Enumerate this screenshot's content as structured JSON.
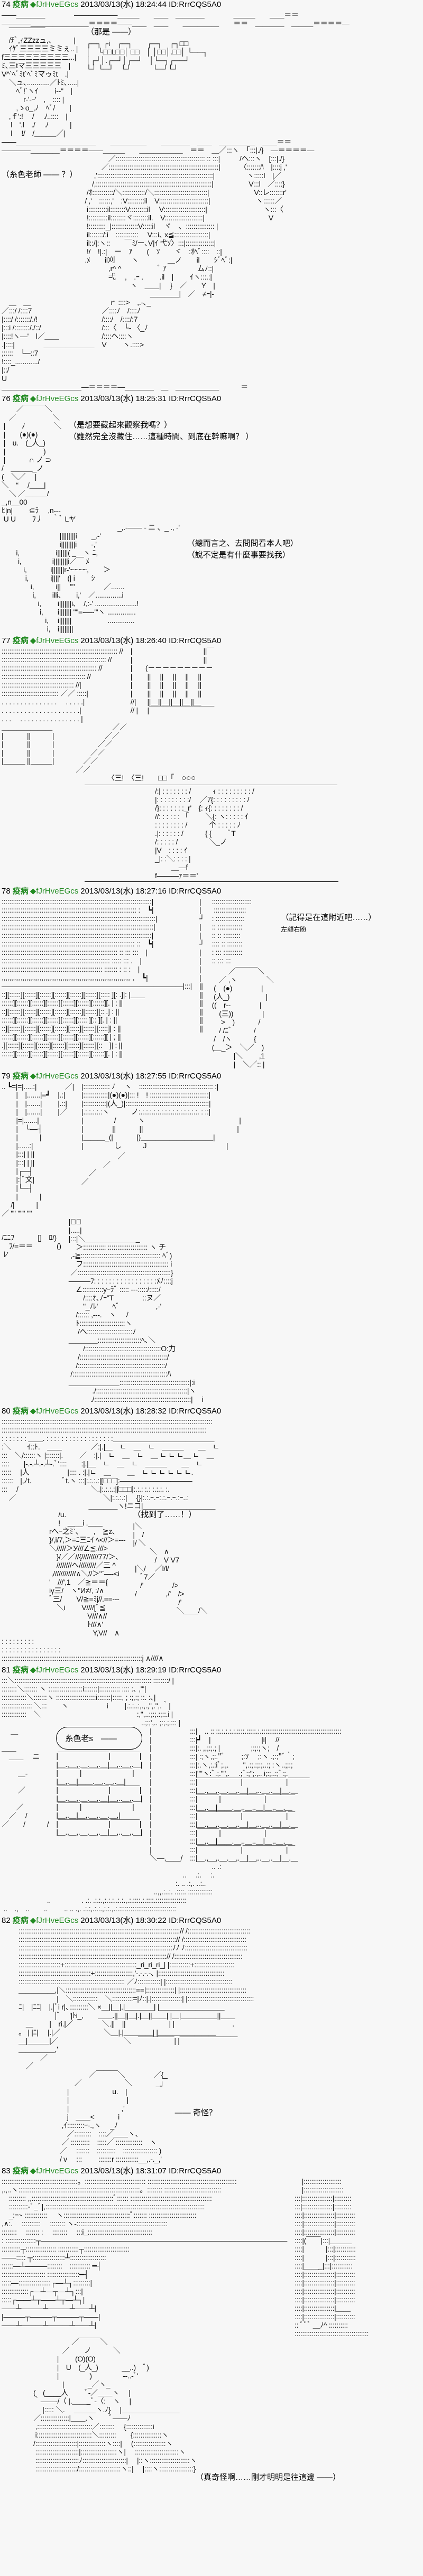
{
  "posts": [
    {
      "num": "74",
      "name": "疫病",
      "trip": "fJrHveEGcs",
      "date": "2013/03/13(水) 18:24:44",
      "id": "ID:RrrCQS5A0",
      "dialogue": [
        "（那是 ——）",
        "（糸色老師 —— ？）"
      ],
      "art": [
        "——＿＿＿＿　　　　――――――＿＿＿　　＿＿　＿＿＿＿　　　　＿＿＿　　＿＿＝＝\n————＿＿＿＿＿＿＿＿＝＝＝＝——＿＿　＿＿　　＿＿＿＿＿　　＝＝　＿＿＿＿　＿＿＿＝＝＝＝—",
        "　￣￣￣￣￣\n　/ﾁﾞ,ｨZZzzュ,､　　　|\n　ｲｹﾞ三三三三ミミぇ.. |\nf三三三三三三三三三...|\nﾐ､三tマ三三三三三　|\nV^`ﾍﾞﾐt`ﾍﾞﾐマゥﾐt　.|\n　＼ュ､............／ﾄﾐ､.....|\n　　ﾍﾞ!`ヽｲ　　 i--\"　|\n　　　r-'-ｰ'　,　:::: |\n　　,ゝo_,ﾉ　ﾍﾞ/　　|\n　,ｆ':!　 /　 ./..::::　|\n　 l　'.l　./　 ./　　　|\n　 l　 !/　/＿＿＿／|",
        "┌─┐ ┌i　┌─┐　　┌─┐　┌┐□□\n│　└□□L□□│ □□　│ │□□│.□□│ └──┐\n│┌┘│.┌─┘│┌─┘　│└─┐┌──┘\n└┘ └─┘　└┘　　　└─┘└┘",
        "——＿＿＿＿＿＿＿＿＿＿＿　　＿＿＿＿＿　　＿＿＿＿　＿＿　＿＿＿＿＿　＿＿＝＝\n————＿＿＿＿＝＝＝＝——＿＿＿　　＿＿＿＿＿＿　＝＝　＿／:::ヽ　「:::|./}　—＝＝＝＝—",
        "　　　 ／::::::::::::::::::::::::::::::::::::::::::::::: :: :::|\n　　 ／::::::::::::::::::::::::::::::::::::::::::::::::::::::::::|\n　 ,':::::::::::::::::::::::::::::::::::::::::::::::::::::::::::::|\n　/,:::::::::::::::::::::::::::::::::::::::::::::::::::::::::::::|\n /ｵ:::::::::::/＼::::::::::::/＼::::::::::::::::::::::::::::|\n/ ,'　::::::,'　:V:::::::::il　V::::::::::::::::::::::::::|\n i::::::::::il::::::::V:::::::::il　 V::::::::::::::::::::::|\n !::::::::::il::::::::ヾ::::::::il.　V::::::::::::::::::::|\n !:::::::::_|::::::::::::::V:::::il　 ヾ　、::::::::::::::: |\n il:::::::/:i　::::::::::::　 V:::i､ x≦::::::::::::::::::|\n il::/|:ヽ::　　￣ﾐ/ー､V|ｲ 弋ｿ〉:::|:::::::::::::::|\n !/　!|.:|　ー　ｱ　　(　ｿ　　ヾ　:ｵﾍﾞ::::　::|\n.ﾒ　　il刈　　 ヽ　　　　＿ノ　　il　　ｼﾞﾍﾞ:|\n　　　 ,r^ ^　　　　　ﾞ ｱ　　　　 ムﾉ::|\n　　　 弌　 ,　.ｰ .　　 .il　|　　 ｲヽ:::.:|\n　　　　　　 ヽ　＿＿|　 }　／　　Y　|\n　　　　　　　　　＿＿＿＿|　／　≠ｰ|-",
        "/ヘ:::ヽ　[:::|./}\n〈:::::::ﾊ　|::::j ,'\n　ヽ:::::l　|／\n　 V:::l　／::::}\n　　V::レ:::::::r'\n　　 ヽ::::::／\n　　　 ヽ:::〈\n　　　　V",
        "　ｒ ::::>　,.-､_\n／::::ﾉ　/::::ﾉ\n/::::/　/::::/:7\n/:::〈　└- 〈_ﾉ\n/::::ヘ::::ヽ\nV　　 ヽ.::::>",
        "　＿　＿\n／:::/ /::::7\n|::::/ /:::::::/./!\n|:::i /::::::::/./::/\n|::::!ヽ—'　l／＿＿\n.|::::|　　　　＿＿＿＿＿＿＿\n;:::::　└─::7\n!::::_............/\n|::/\nU",
        "＿＿＿＿＿＿＿＿＿＿＿—＝＝＝＝—＿＿＿＿　＿　＿＿＿＿＿＿　　　＝"
      ]
    },
    {
      "num": "76",
      "name": "疫病",
      "trip": "fJrHveEGcs",
      "date": "2013/03/13(水) 18:25:31",
      "id": "ID:RrrCQS5A0",
      "dialogue": [
        "（是想要藏起來觀察我嗎？）",
        "（雖然完全沒藏住……這種時間、到底在幹嘛啊？ ）",
        "（總而言之、去問問看本人吧）",
        "（說不定是有什麼事要找我）"
      ],
      "art": [
        "　　／￣￣￣＼\n　／　　　　　＼\n |　　 ﾉ　　　　＼\n |　　(●)(●)\n |　u.　(_人_)\n |　　　　　 )\n |　　　 ∩ ノ ⊃\n/　＿＿＿_ノ\n(　＼／　 |\n＼　“　 /＿＿|\n　＼ ／＿＿＿/",
        "_,n__00\nﾋ|n|　　 ⊆ﾗ　 ,n---\n U U　　 ﾌ丿　 ｀ﾞ Lヤ",
        "　　　　　　　　　　　　　　　　_,.-—— - ニ 、_ ., -'\n　　　　　　　　|||||||||i　　_.-'\n　　　　　　　　i||||||||i　　-,'\n　　i,　　　　　i||||||( _　ヽ ﾆ,\n　　 i,　　　　 i||||||||i／￣ ﾒ\n　　　i,　　　 i|||||||r-'~~~~,　　＞\n　　　 i,　　　i||||'　(| i　　 ｼ\n　　　　i,　　　i||　 \"\"　　　　／.......\n　　　　 i,　　 illi､　　i,'　／..............i\n　　　　　i,　　 i|||||||i､　/,:-' ......................!\n　　　　　 i,　　i||||||| \"''=-—-\"'ヽ ...............\n　　　　　　i,　 i|||||||　　　　　..............\n　　　　　　 i,　i||||||||"
      ]
    },
    {
      "num": "77",
      "name": "疫病",
      "trip": "fJrHveEGcs",
      "date": "2013/03/13(水) 18:26:40",
      "id": "ID:RrrCQS5A0",
      "dialogue": [
        "○○○"
      ],
      "art": [
        "::::::::::::::::::::::::::::::::::::::::::::::::::::::::::::: //\n::::::::::::::::::::::::::::::::::::::::::::::::::::::: //\n:::::::::::::::::::::::::::::::::::::::::::::::::: //\n:::::::::::::::::::::::::::::::::::::::::::: //\n:::::::::::::::::::::::::::::::::::::: //|\n:::::::::::::::::::::::::::::: ／／ :::::|\n. . . . . . . . . . . . . . .　 . . . . .|\n. . . . . . . . . . . . . . . . . . . . .|\n. . .　 . . . . . . . . . . . . . . . . |",
        "|\n|\n|\n|\n|\n|\n//|\n// |",
        "＿＿＿＿＿＿＿\n|　　　 ||　　　|\n|　　　 ||　　　|\n|　　　 ||　　　|\n|＿＿＿ ||＿＿＿|",
        "　　　　　　　　||￣\n　　　　　　　　||\n(－－－－－－－－－\n ||　 ||　 ||　 ||　 ||\n ||　 ||　 ||　 ||　 ||\n ||　 ||　 ||　 ||　 ||\n ||＿||＿||＿||＿||＿\n |￣￣￣￣￣￣￣￣￣",
        "　　　　　　　／／\n　　　　　　／／\n　　　　　／／\n　　　　／／\n　　　／／\n　　／／",
        "〈三!　〈三!　　□□「",
        "/:| : : : : : : : /　　　ｨ : : : : : : : : : /\n|: : : : : : : : :/　 ／ｱ{: : : : : : : : : /\n/}: : : : : : :_r'　{: ｨ{: : : : : : : : /\n//: : : : : : 「　　 ＼{: ヽ: : : : : ｲ\n: : : : : : : : /　　　个 : : : : : ﾉ\n.|: : : : : : /　　　{ {　　 ﾞT\n/: : : : : /　　　　 ＼_ノ\n|V　: : : : ｲ\n_|: :＼: : : : |\n　　 ＿—f\nf———ｧ＝＝'"
      ]
    },
    {
      "num": "78",
      "name": "疫病",
      "trip": "fJrHveEGcs",
      "date": "2013/03/13(水) 18:27:16",
      "id": "ID:RrrCQS5A0",
      "dialogue": [
        "（記得是在這附近吧……）",
        "左顧右盼"
      ],
      "art": [
        ":::::::::::::::::::::::::::::::::::::::::::::::::::::::::::::::::::::::::::::::|\n::::::::::::::::::::::::::::::::::::::::::::::::::::::::::::::::::::::: :　┗|\n:::::::::::::::::::::::::::::::::::::::::::::::::::::::::::::::::::::::::::::::::|\n::::::::::::::::::::::::::::::::::::::::::::::::::::::::::::::::::::::::::::::::|\n:::::::::::::::::::::::::::::::::::::::::::::::::::::::::::::::::::::::::::::::|\n:::::::::::::::::::::::::::::::::::::::::::::::::::::::::::::::::::::: ::　┗|\n::::::::::::::::::::::::::::::::::::::::::::::::::::::::::::: :: ::: :::　|\n::::::::::::::::::::::::::::::::::::::::::::::::::::::::: ::::: ::: .　|\n::::::::::::::::::::::::::::::::::::::::::::::::::::: ::::::: : :: :　|\n,,,,,,,,,,,,,,,,,,,,,,,,,,,,,,,,,,,,,,,,,,,,,,,,,,,,,,,,,,,,,,,,,,,, ,　┗|\n—————————————————————————|:::|\n::][::::::][::::::][::::::][::::::][::::::][::::::][::::: ][: .]|: |＿＿\n::::::][::::::][::::::][::::::][::::::][::::::][::::::][. | : ||\n::][::::::][::::::][::::::][::::::][::::::][::::::][:: .] : ||\n::::::][::::::][::::::][::::::][::::::][::::: ][:: ][. | : ||\n::][::::::][::::::][::::::][::::::][:::::][::::::][:::::]| : ||\n::::::][::::::][::::::][::::::][::::::][::::::][::::::][ | ; ||\n.][::::::][::::::][::::::][::::::][::::::][::::::][::　]| : ||\n::::::][::::::][::::::][::::::][::::::][::::::][::::::][. | : ||",
        "|\n|\n┘\n|\n|\n┘\n|\n|\n|\n|\n||\n||\n||\n||\n||\n||",
        ":::::::::::::::::::::\n :::::::::::::::::\n: :::::::::::::::\n:: :::::::::::::\n:: :: :::::::::\n:::: :: ::::::::\n: ::: ::::::::::\n:: ::: :::",
        "　　 ／￣￣￣＼\n　／ ,ヽ　　　　＼\n (　(●)　　　　|\n (人_)　　　　　|\n((　r‐-　　　　|\n　(三))　　　　|\n　 >　)　　　 /\n　/ /ﾆﾞ　　　/\n /　/ヽ　　　{\n(＿_＞　＼／　)\n　　　|＼　　 ,1\n　　　|　＼／:: |"
      ]
    },
    {
      "num": "79",
      "name": "疫病",
      "trip": "fJrHveEGcs",
      "date": "2013/03/13(水) 18:27:55",
      "id": "ID:RrrCQS5A0",
      "dialogue": [],
      "art": [
        ".. ┗=|=|.....:|\n　　|　|.......|=┛\n　　|　|.......|\n　　|　|.......|\n　　|=|.......|\n　　|　└—┤\n　　|　　　|\n　　|......:|\n　　|:::| | ||\n　　|:::| | ||\n　　|┌─┤\n　　|:|ﾞ文|\n　　|└─┤\n　　|　　　|\n　 /|　　　|\n／ \"\" \"\"\" \"\"",
        "　／|\n|.:|\n|.::|\n|／",
        "|:::::::::::::: ﾉ　 ヽ　::::::::::::::::::::::::::::::::::::::: :|\n|:::::::::::::|(●)(●)|::: !　! :::::::::::::::::::::::::::::::|\n|::::::::::::|(人_)|::::::::::::::::::::::::::::::::::::::::::::|\n|.:.:.:.:.:ヽ　　　ノ:.:.:.:.:.:.:.:.:.:.:.:.:.:.:.:. : ::|\n|　　　　 /　　　ヽ　　　　　　　　　　　　　|\n|　　　　||　　　 ||　　　　　　　　　　　　　|\n|＿＿＿_(|　　　 |)＿＿＿＿＿＿＿＿＿＿|\n|　　　　 し　　　J　　　　　　　　　　　|",
        "　　　　　／\n　　　／\n　／\n／",
        "|ﾟ＼\n|.....|\n|:::|＼＿＿＿＿＿＿＿_\n　＞:::::::::::: ::::::::::::::::::::: ヽ チ\n ,-≧:::::::::::::::::::::::::::::::::::::::::: ﾍﾞ)\n　フ::::::::::::::::::::::::::::::::::::::::::::: i\n ／:::::::::::::::::::::::::::::::::::::::::::::::::}\n———ﾌ: : : : : : : : : : : : : : : : :ﾒﾉ::::j\n　∠:::::::::::yｰﾗﾞ ::::: ---:::::/:::::/\n　　/::::ｵ､ﾉｰ\"T　　　　::ヌ／\n　　\"_ﾉﾚ'　　ﾍﾞ　　　　　,-'\n　/:::::: ,-‐-.　ヽ　 ﾉ\n　ﾄ::::::::::::::::::::::::ヽ\n　 /ヘ::::::::::::::::::::::::ﾉ\n＿＿＿＿:::::::::::::::::::::::ﾍ､＼\n　　/::::::::::::::::::::::::::::::::::::::::O:力\n　 /::::::::::::::::::::::::::::::::::::::::::::::/\n　/::::::::::::::::::::::::::::::::::::::::::::::/\n /::::::::::::::::::::::::::::::::::::::::::::::::::ﾊ\n＿＿＿＿＿＿＿:::::::::::::::::::::::::::::::::::::|:i\n　　　 ./::::::::::::::::::::::::::::::::::::::::::::::::|ヽ\n　　　./:::::::::::::::::::::::::::::::::::::::::::::::::::|　 i",
        "/ﾆﾆﾌ　　　 []　ﾛ/)\n　ﾌ/=＝＝　　　 ()\n ﾚ'"
      ]
    },
    {
      "num": "80",
      "name": "疫病",
      "trip": "fJrHveEGcs",
      "date": "2013/03/13(水) 18:28:32",
      "id": "ID:RrrCQS5A0",
      "dialogue": [
        "（找到了……！）"
      ],
      "art": [
        ":::::::::::::::::::::::::::::::::::::::::::::::::::::::::::::::::::::::::::::::::::::::::::::::::::::::::::::::\n::::::::::::::::::::::::::::::::::::::::::::::::::::::::::::::::::::::::::::::::::::::::::::::::::::::::::::\n: : : : : : : ＿＿. : : : : : : : : : : : : : : : : : :＿＿＿＿＿＿＿＿＿＿＿＿＿＿\n:＼　　 ｲ::ﾄ.　＿＿　　　　／:|.|＿　ㄴ　＿　ㄴ　＿＿＿　　＿　ㄴ\n:::　＼/::::::ヽ |:::::::|.　　 ／　:|.|　ㄴ　＿　ㄴ　＿ ㄴ ㄴ ㄴ＿ ㄴ　＿\n::::　　|-.-.┴.-.┴-.ﾞ'::::　　:|.|＿　ㄴ　＿　ㄴ　＿＿＿　　＿　ㄴ\n:::::　 |人　　　　　 |:::: . :|.|ㄴ　＿　　 ＿　ㄴ ㄴ ㄴ ㄴ ㄴ ㄴ.\n::::::　|,ﾉt.　　　　 ﾞt.ヽ :::|:.:.:.:|[□□□]:——————————\n:::　 /　　　　　　　　　　＼.|:.:.:.:|[□□□]:.:.: :.: :.:.:. :.\n　／　　　　　　　　　　　　＼|:.:.:.:|　 {}|:.:.ｰ.ｰ:.:.ｰ.ｰ.:ｰ..:\n　　　　　　　　　　　　＿＿＿＿ヽ!ニコ|＿＿＿＿＿＿＿＿＿＿",
        "　 /u.\n　 !　＿__i .＿＿\nrへｰ之ﾐ`、　　,　≧z､\n}/,i/7,＞=ﾆ三ﾆｲ ﾍ<//＞=---\n＼/////＞У///∠≦.///>\n　}/／／//{/////////77/＞､\n　////////へ/////////／三 ^\n ,////////////∧＼//＞\"`—-<i\n'　///',1　／≧＝＝{\niγ三/　ヽ\"И≠/, :/∧\nﾞ三/　　V/≧=ﾐj//.==---\n　＼i　　 V////[ﾞ≦\n　　　　　 V///∧//\n　　　　　 ﾄ///∧'\n　　　　　　Y,V//　∧",
        ": : : : : : : : :\n: : : : : : : : : : : : : : : :\n::::::::::::::::::::::::::::::::::::::::::::::::::::::::::::::::::::::::::j ∧////∧",
        "|＼\n|　/\n|/ ＼\n　　 ＼　∧\n　　　/　V V7\n |＼/ 　／l/l/\n　ﾞ7／\n　/'　　　　/>\n /　　　　,/'　/>\n　　　　　　 /'\n　　　　　　＼＿＿/＼"
      ]
    },
    {
      "num": "81",
      "name": "疫病",
      "trip": "fJrHveEGcs",
      "date": "2013/03/13(水) 18:29:19",
      "id": "ID:RrrCQS5A0",
      "dialogue": [
        "糸色老s　——"
      ],
      "art": [
        ":::＼:::::::::::::::::::::::::::::::::::::::::::::::::::::::::::::::::::::::: ::::::::/ |\n::::::::＼::::::: ヽ ::::::::::::::::::i:::::::|::::::::::: :::: :､ ,'\"|\n:::::::::::::＼:::::::ヽ :::::::::::::::::::::i:::::::|:::::, ; :;,:; ::. :､|\n:::::::::::::::: ＼:::　　ヽ　　　　　 i　　 |.:.:..:,.,.,\",.\",.｀|\n:::::::::::::　＼　　　　　　　　　　　　　 :,\",..:;:;.:;::.i |\n　　　　　　　　　　　　　　　　　　　 ..;:;',.. ;:;.;.::: |",
        "　 ＿\n\n＿＿\n　＿＿　 ニ\n\n　　 ＿-\n\n　　 ／\n\n　　／\n　／　 /\n／　　/　　　/",
        "|￣￣￣￣￣￣￣|￣￣￣￣|\n|＿.,＿,.＿.＿,.＿|＿,..＿,.＿|\n|￣￣￣|￣￣￣￣￣￣￣|\n|＿,.＿|＿＿.＿,.＿,.＿|\n|￣￣￣￣￣￣￣|￣￣￣￣|\n|＿.,＿,.＿.＿,.＿|＿,..＿,.＿|\n|￣￣￣|￣￣￣￣￣￣￣|\n|＿,.＿|＿,.＿,.＿.＿,|\n|￣￣￣￣￣￣￣|￣￣￣￣|\n|＿.,＿,.＿.＿,.＿|＿,..＿,.＿|",
        "|\n|\n|\n|\n|\n|\n|\n|\n|\n|\n|\n|\n|\n|\n|\n＼—,＿＿/",
        ":::|　.. :: ::.:.:.:.:.::::.:::::.:.::::::::::::::::::::::::::::::::::::::::::\n:::|┛　|　　　　　　　|i|　 //\n:::|:. ,,;:;.; |　　　　 ;:;:;ヽ;　/\n:::| :;ヽ,;:.\"ﾞ　　 ;:ｿ　 ;:ヽ .;:;\"ﾞ｀;\n:::|:.ヽ,:.:iﾞ;.,.　　\",.:;.:;:;..:; :ヽ..;;:;\n:::|\"\"ヽ:ﾞ.;.\"\",.　 .;ﾞ:;\";.,.. i;:;..:;ﾞ:;.\n:::|￣￣￣￣￣￣|￣￣￣￣￣￣|￣￣￣\n:::|＿.,＿,.＿.＿,.＿|＿,..＿,.＿|＿.＿\n:::|￣￣￣|￣￣￣￣￣￣|￣￣￣￣\n:::|＿,.＿|＿＿.＿,.＿,.＿|＿,.＿,＿\n:::|￣￣￣￣￣￣|￣￣￣￣￣￣|￣\n:::|＿.,＿,.＿.＿,.＿|＿,..＿,.＿|＿.＿\n:::|￣￣￣|￣￣￣￣￣￣|￣￣￣￣\n:::|＿,.＿|＿＿.＿,.＿,.＿|＿,.＿,＿\n:::|￣￣￣￣￣￣|￣￣￣￣￣￣|￣\n:::|＿.,＿,.＿.＿,.＿|＿,..＿,.＿|＿.＿",
        "　　　　　　　　　　　　　　　　　　　　　　　　　　　　　.. .:\n　　　　　　　　　　　　　　　　　　　　　　　　　..　 .:.　 :.\n　　　　　　　　　　　　　　　　　　　　　　　　:. .. .:,. ..:..\n　　　　　　　　　　　　　　　　　　　　　..,,.:..:. .::::. :::::::::::::\n　　　　　　 ..　　　　 . .:. .:.:.,:.:.:..:.:.,.:.::::.:.::::.::::::::::::::::\n ..　.,　..　　..　　 .. .. .,. .:.:,.:.:.,:.:.,.:.::::::::::::::::::::::::::::::"
      ]
    },
    {
      "num": "82",
      "name": "疫病",
      "trip": "fJrHveEGcs",
      "date": "2013/03/13(水) 18:30:22",
      "id": "ID:RrrCQS5A0",
      "dialogue": [
        "—— 奇怪？"
      ],
      "art": [
        ":::::::::::::::::::::::::::::::::::::::::::::::::::::::::::::::::::::::::::::::::::::// /:::::::::::::::::::::::::::::::::\n:::::::::::::::::::::::::::::::::::::::::::::::::::::::::::::::::::::::::::::::::::// /:::::::::::::::::::::::::::::::::\n:::::::::::::::::::::::::::::::::::::::::::::::::::::::::::::::::::::::::::::::::ﾉﾉ ﾉ:::::::::::::::::::::::::::::::::\n::::::::::::::::::::::::::::::::::::::::::::::::::::::::::::::::::::::::::::::// /::::::::::::::::::::::::::::::::::::\n::::::::::::::::::::::+::::::::::::::::::::::::::::::::::::::_ri_ri_ri_| |:::::::::::+:::::::::::::::::::::\n::::::::::::::::::::::::::::::::::::::+::::::::::::::::::::,'-.-.-.-､ |:::::::::::::::::::::::::::::::::::\n:::::::::::::::::::::::::::::::::::::::::::::::::::::::: ／ﾉ::::::::::::| |:::::::::::::::::::::::::::::::::::\n＿＿＿＿＿,|＼:::::::::::::::::::::::::::::::::::::==|:::::::::::::::| |:::::::::::::::::::::::::::::::::::\n　　　　　 |　＼:::::::::::::　＼:::::::::::=|ﾉ::|.|::::::::::::::::| |:::::::::::::::::::::::::::::::::::\nﾆ|　|ﾆﾆ|　|.|ﾞi r|､::::::::::＼ ×＿||＿|.|＿＿＿＿| |＿＿＿＿＿＿＿＿＿\n　　　　　|ﾞ 　'|ﾄi_,　　＿＿.||＿||＿|.|＿||＿＿| |＿|＿＿＿＿＿||＿＿\n　＿　　 |　ri.|／　　　　＼.||　||　　　　　　| |　　　　　　　　.\n。 | |ﾆ|　 |.|／　　　　　　＼＿|.|＿＿＿＿| |＿＿＿＿＿＿＿＿\n＿|＿＿＿|／　　　　　　　　　＼　￣￣￣￣￣| |￣￣￣￣￣￣￣￣\n＿＿＿＿＿,'\n　　　／\n　／",
        "　　　　／￣￣￣＼　　　　／{_\n　　／　　　　　　＼　　　 _」\n　|　　　　　　u.　|\n　|　　　　　　　　|\n　|　　　　　　　 ,'\n　j　＿＿<　　　 i\n ,ｲ:::::::::ｰ-.,ヽ　 _ﾉ\n　／:::::::::　::::／＿＿ヽ､\n ／ ::::::::::　:::::／ ::::::::::::::　ヽ\n／　 :::::::　::::::::::　:::::::::::::::::: )\n/ v　 :::　　 :::::::r ::::::::::::__,.-._,'"
      ]
    },
    {
      "num": "83",
      "name": "疫病",
      "trip": "fJrHveEGcs",
      "date": "2013/03/13(水) 18:31:07",
      "id": "ID:RrrCQS5A0",
      "dialogue": [
        "（真奇怪啊……剛才明明是往這邊 ——）"
      ],
      "art": [
        "::::::::::::::::::::::::::::::::::::::::。:::::::::::::::::::::::::::::::: :::::::::::::::::::::::::::::::::::::::::::::::\n,.,..ヽ::::::::::::::::::::::::::::::::::::::::::::::::::::::::::::::::。:::::::: ::::::::::::::::::::::::::::::\n　::::::::: ,,:::::::::::::::::::::::::::::::::::::::::::ﾟ:::::: :::::::::::::::::::::::::::::::::::::::::::\n　::::::::::-ﾞ_ﾞ|,::::::::::::::::::::::::::::::::::::::::::::::::::::::::::::::::::::::::::::::::::::\n　_:ｰ~ ::::::::::::　 ヽ:::::::::::::::::::::::::::::::::::ﾟ::::::: :::::::::::::::::::::::::\n,∧:.　 ::::::::::　 :::::::: ヽ-::::::::::::::::::::::::::::::::::::::::::::::::\n::::::::　 ::::::: :　 ::::::::　 :::i_::::::::::::::::::::::::::::::::::\n: ::::::::::::::::┬——————————————————————————————————\n::::::::::┬:::::::::::::::: :::::::::::┬::::::::::::::::::::::::\n——::::: ┬:::::::::::::::::┴:::::::::::::::::::\n::::::—┴———::::::::　::::::::::: ━┤\n::::::::::::::::::::::: :::::::::::::::::━┤\n:::::—:::::::::::::::::┌—┴┐:::::::::|\n::::::::::::::┌—┴—┬—┴┐:::|\n:::::┌——┴┬——┴┬—┴┐|\n——┴———┴———┴——┴|\n|———┬———┬———┬——|\n——┴———┴———┴——┴|",
        "　　　　　 ／￣￣￣＼\n　　　　／　　ノ　　　＼\n　　　 |　　 (O)(O)\n　　　 |　U　(_人_)　　　 __,.)　ﾞ)\n　　　 |　　　　 )　　　　 --..-ﾞ'\n　　　　|　　　 _／ヽ_\n(　(____人　　 ﾞ-／＿＿ヽ　 |\n｀——-/（ |.＿＿_ﾞ-〈:　ヽ　 |\n　 |::::: ＼.　 ＿＿＿ヽ.ﾉ}　 |＿＿＿＿＿＿＿＿\n／:::::::::::::::|＿＿.ヽ　　ﾞ——ﾉ\n ,:::::::::::::::::::::::::::::／::::::::　 {::::::::::::::i\n i:::::::::::::::::::::::::::::＼:::::::::　　{:::::::::::::::ヽ\n/::::::::::::::::::::::|::::::::::::::ヽ::::|　 (:::::::::::::::::ヽ\n :::::::::::::::::::::::|:::::::::::::::::::ヽ|　 :::::::::::::::::::::::ヽ\n :::::::::::::::::::::::ﾉ:::::::::::::::::::::::|　 |::ヽ:::::::::::::::::::::ヽ\n ::::::::::::::::::::::/::::::::::::::::::::::ヽ::|　 |::::ヽ::::::::::::::::::}",
        "　|::::::::::::::::::::\n　|:::::::::::::::::::::\n:::|::::::::::::::::|:::::::::\n:::|::::::::::::::::|:::::::::\n::::|::::::::::::::::|::::::::::\n::::|::::::::::::::::|::::::::::\n::::|::::::::::::::::|::::::::::\n::::|(￣￣|:::|＿＿＿\n::::|　　　|:::|:::::::::::\n::::|　　　|:::|:::::::::::\n::::|＿＿_|:::|:::::::::::\n::::|::::::::::::::::|::::::::::\n::::|::::::::::::::::|::::::::::\n::::|::::::::::::::::|::::::::::\n::::|::::::::::::::::|::::::::::\n::::|::::::::::::::::|＿＿\n::::|::::::::::::::::|::::::::::\n:: ﾞﾞﾞ ＿ﾉ^ ::::::::::\n:::::::::::::::::::::::::::::::::::::::"
      ]
    }
  ]
}
